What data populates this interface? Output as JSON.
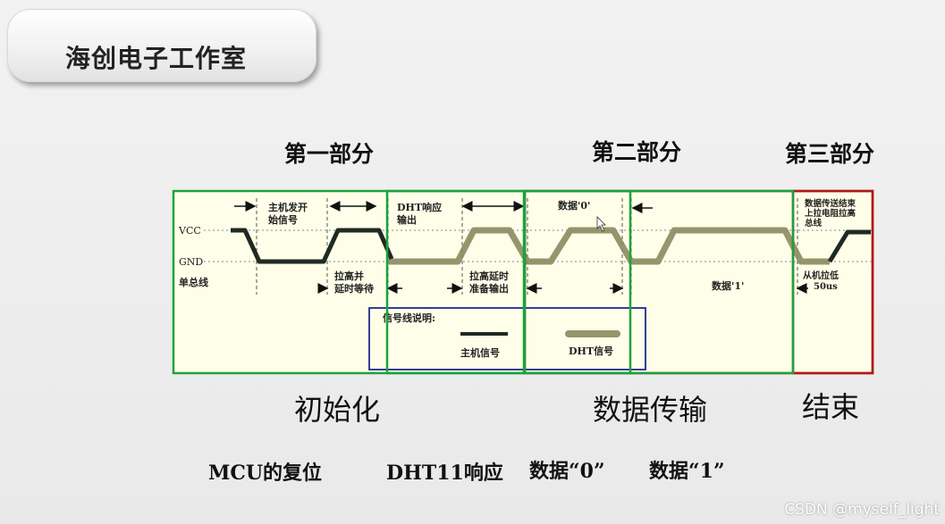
{
  "title": "海创电子工作室",
  "parts": {
    "part1": "第一部分",
    "part2": "第二部分",
    "part3": "第三部分"
  },
  "signal_labels": {
    "vcc": "VCC",
    "gnd": "GND",
    "bus": "单总线"
  },
  "annotations": {
    "host_start_1": "主机发开",
    "host_start_2": "始信号",
    "pullup_wait_1": "拉高并",
    "pullup_wait_2": "延时等待",
    "dht_response_1": "DHT响应",
    "dht_response_2": "输出",
    "pullup_prepare_1": "拉高延时",
    "pullup_prepare_2": "准备输出",
    "data0": "数据'0'",
    "data1": "数据'1'",
    "end_1": "数据传送结束",
    "end_2": "上拉电阻拉高",
    "end_3": "总线",
    "slave_low_1": "从机拉低",
    "slave_low_2": "50us"
  },
  "legend": {
    "title": "信号线说明:",
    "host": "主机信号",
    "dht": "DHT信号"
  },
  "sections": {
    "init": "初始化",
    "transfer": "数据传输",
    "end": "结束"
  },
  "bottom": {
    "reset": "MCU的复位",
    "response": "DHT11响应",
    "data0": "数据“0”",
    "data1": "数据“1”"
  },
  "watermark": "CSDN @myself_light",
  "colors": {
    "panel_bg": "#fefee9",
    "host_line": "#1f2a22",
    "dht_line": "#8c8a5f",
    "green_box": "#1aa33c",
    "red_box": "#b01818",
    "legend_border": "#1c2a8c",
    "dotted": "#7a8ab0"
  }
}
